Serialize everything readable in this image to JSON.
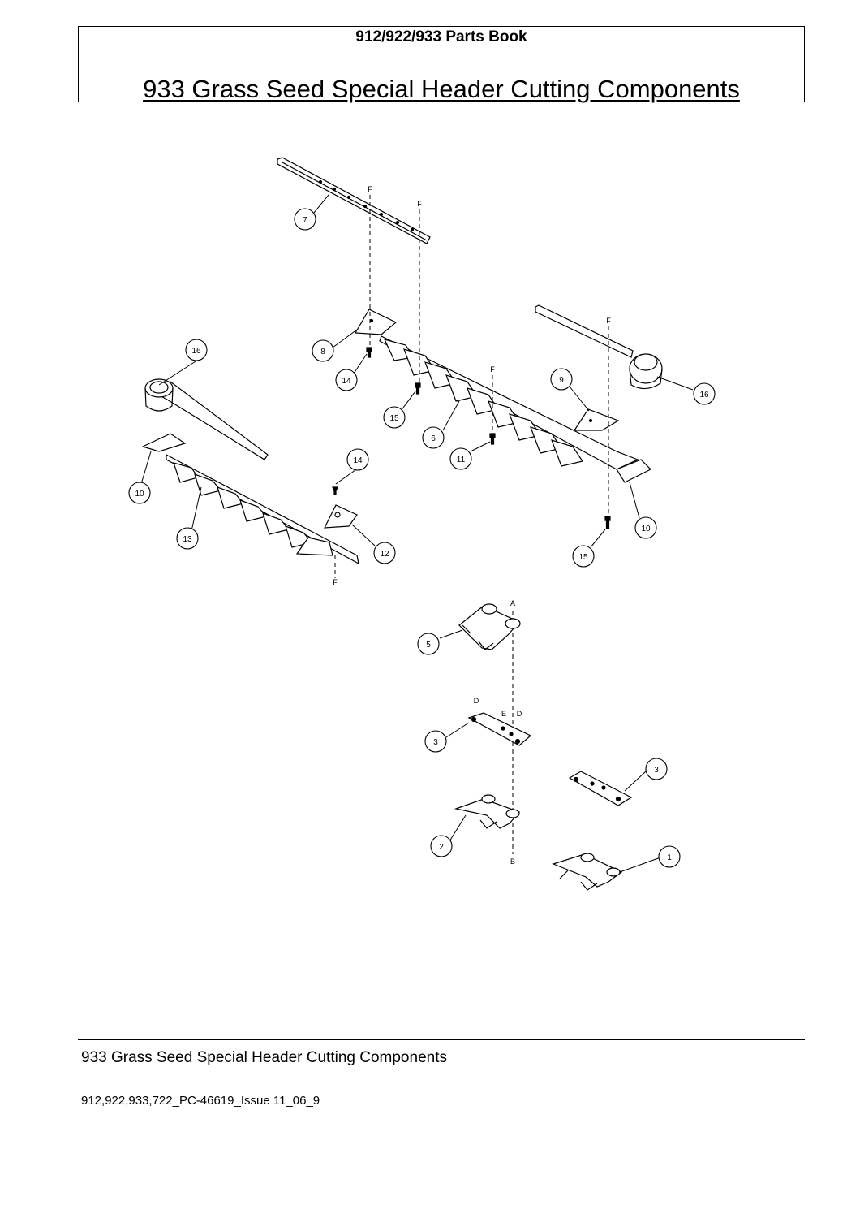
{
  "header": {
    "book_title": "912/922/933 Parts Book",
    "page_title": "933 Grass Seed Special Header Cutting Components"
  },
  "diagram": {
    "callouts": [
      "7",
      "8",
      "14",
      "15",
      "16",
      "9",
      "6",
      "11",
      "16",
      "10",
      "14",
      "12",
      "13",
      "10",
      "15",
      "5",
      "3",
      "3",
      "2",
      "1"
    ],
    "letters": [
      "F",
      "F",
      "F",
      "F",
      "F",
      "A",
      "D",
      "E",
      "D",
      "B"
    ]
  },
  "footer": {
    "title": "933 Grass Seed Special Header Cutting Components",
    "doc_code": "912,922,933,722_PC-46619_Issue 11_06_9"
  }
}
